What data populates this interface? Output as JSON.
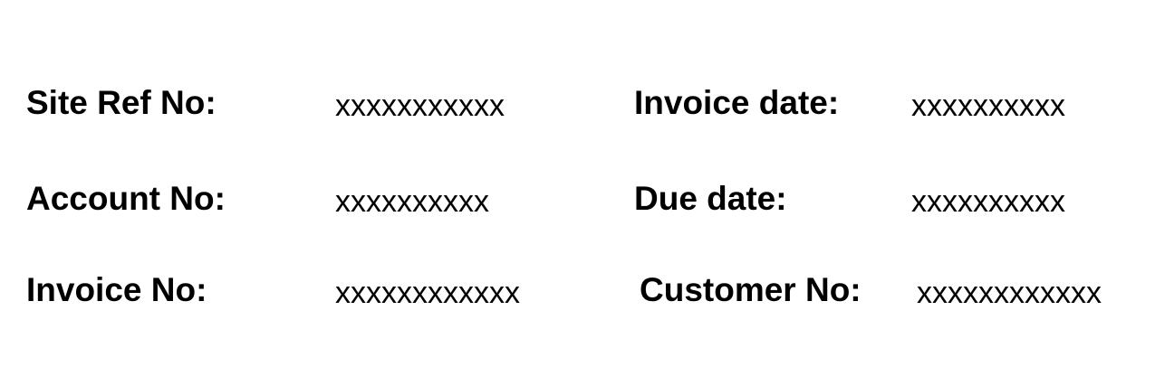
{
  "fields": {
    "site_ref_no": {
      "label": "Site Ref No:",
      "value": "xxxxxxxxxxx"
    },
    "account_no": {
      "label": "Account No:",
      "value": "xxxxxxxxxx"
    },
    "invoice_no": {
      "label": "Invoice No:",
      "value": "xxxxxxxxxxxx"
    },
    "invoice_date": {
      "label": "Invoice date:",
      "value": "xxxxxxxxxx"
    },
    "due_date": {
      "label": "Due date:",
      "value": "xxxxxxxxxx"
    },
    "customer_no": {
      "label": "Customer No:",
      "value": "xxxxxxxxxxxx"
    }
  }
}
